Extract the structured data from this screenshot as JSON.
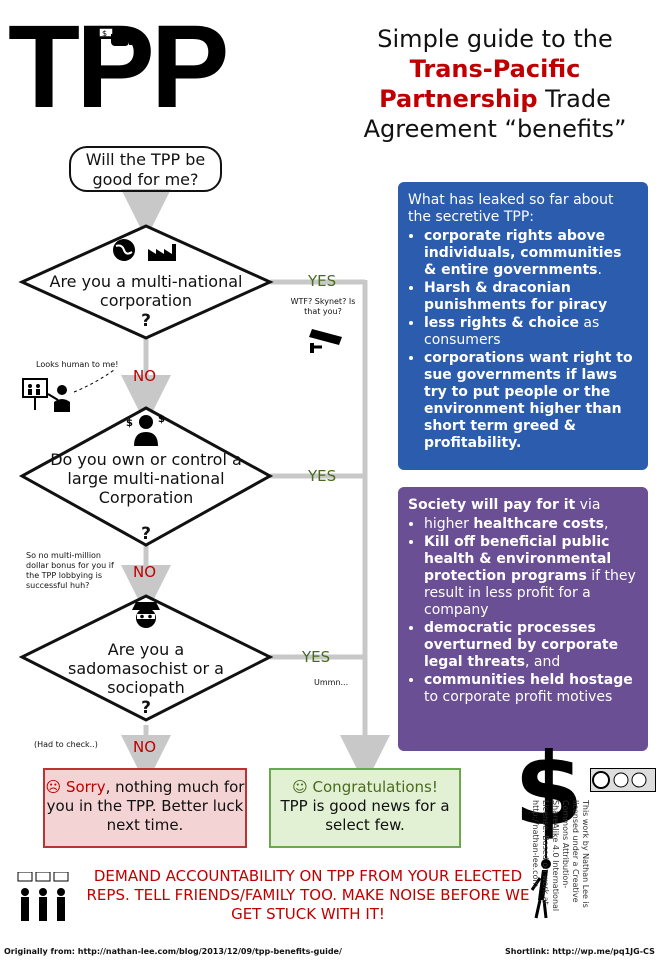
{
  "logo": "TPP",
  "title": {
    "line1": "Simple guide to the",
    "line2": "Trans-Pacific",
    "line3a": "Partnership",
    "line3b": " Trade",
    "line4": "Agreement “benefits”"
  },
  "start": "Will the TPP be good for me?",
  "q1": {
    "text": "Are you a multi-national corporation",
    "mark": "?"
  },
  "q2": {
    "text": "Do you own or control a large multi-national Corporation",
    "mark": "?"
  },
  "q3": {
    "text": "Are you a sadomasochist or a sociopath",
    "mark": "?"
  },
  "yes": "YES",
  "no": "NO",
  "notes": {
    "skynet": "WTF? Skynet? Is that you?",
    "human": "Looks human to me!",
    "bonus": "So no multi-million dollar bonus for you if the TPP lobbying is successful huh?",
    "ummn": "Ummn...",
    "check": "(Had to check..)"
  },
  "infoblue": {
    "intro": "What has leaked so far about the secretive TPP:",
    "items": [
      {
        "bold": "corporate rights above individuals, communities & entire governments",
        "rest": "."
      },
      {
        "bold": "Harsh & draconian punishments for piracy",
        "rest": ""
      },
      {
        "bold": "less rights & choice",
        "rest": " as consumers"
      },
      {
        "bold": "corporations want right to sue governments if laws try to put people or the environment higher than short term greed & profitability.",
        "rest": ""
      }
    ]
  },
  "infopurple": {
    "introbold": "Society will pay for it",
    "introrest": " via",
    "items": [
      {
        "pre": "higher ",
        "bold": "healthcare costs",
        "rest": ","
      },
      {
        "pre": "",
        "bold": "Kill off beneficial public health & environmental protection programs",
        "rest": " if they result in less profit for a company"
      },
      {
        "pre": "",
        "bold": "democratic processes overturned by corporate legal threats",
        "rest": ", and"
      },
      {
        "pre": "",
        "bold": "communities held hostage",
        "rest": " to corporate profit motives"
      }
    ]
  },
  "sorry": {
    "icon": "☹",
    "lead": "Sorry",
    "rest": ", nothing much for you in the TPP. Better luck next time."
  },
  "congrats": {
    "icon": "☺",
    "lead": "Congratulations!",
    "rest": "TPP is good news for a select few."
  },
  "demand": "DEMAND ACCOUNTABILITY ON TPP FROM YOUR ELECTED REPS. TELL FRIENDS/FAMILY TOO. MAKE NOISE BEFORE WE GET STUCK WITH IT!",
  "credit": "This work by Nathan Lee is licensed under a Creative Commons Attribution-ShareAlike 4.0 International License. Based on work at http://nathan-lee.com",
  "footer": {
    "left": "Originally from: http://nathan-lee.com/blog/2013/12/09/tpp-benefits-guide/",
    "right": "Shortlink: http://wp.me/pq1JG-CS"
  },
  "colors": {
    "red": "#c00000",
    "blue": "#2b5cae",
    "purple": "#6b4f95",
    "green": "#4a6b1e",
    "connector": "#c8c8c8"
  }
}
